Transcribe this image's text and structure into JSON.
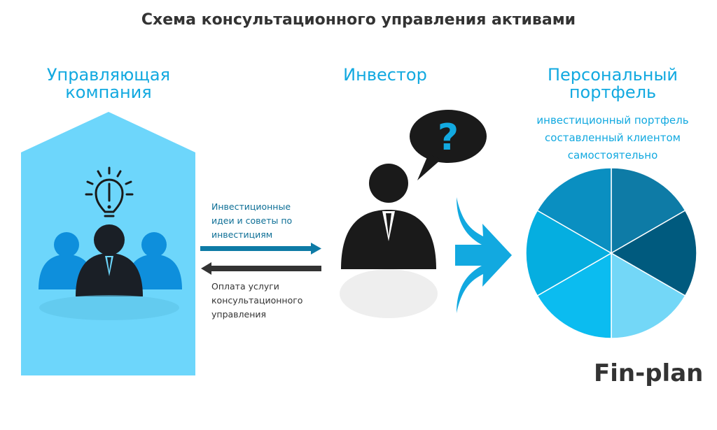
{
  "title": "Схема консультационного управления активами",
  "company": {
    "title_line1": "Управляющая",
    "title_line2": "компания",
    "color": "#6dd6fb"
  },
  "investor": {
    "title": "Инвестор"
  },
  "portfolio": {
    "title_line1": "Персональный",
    "title_line2": "портфель",
    "desc_line1": "инвестиционный портфель",
    "desc_line2": "составленный клиентом",
    "desc_line3": "самостоятельно",
    "slice_colors": [
      "#0e7ba6",
      "#005a7e",
      "#73d7f7",
      "#0bbcf0",
      "#05aee0",
      "#0a8fc1"
    ]
  },
  "arrow_forward": {
    "line1": "Инвестиционные",
    "line2": "идеи и советы по",
    "line3": "инвестициям",
    "color": "#0e7ba6"
  },
  "arrow_back": {
    "line1": "Оплата услуги",
    "line2": "консультационного",
    "line3": "управления",
    "color": "#333333"
  },
  "brand": "Fin-plan"
}
